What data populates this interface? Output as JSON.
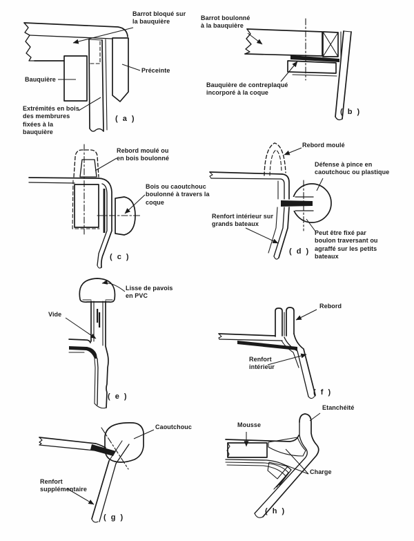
{
  "colors": {
    "ink": "#1a1a1a",
    "paper": "#fefefe"
  },
  "panels": {
    "a": {
      "caption": "( a )",
      "labels": {
        "barrot": "Barrot bloqué sur\nla bauquière",
        "preceinte": "Préceinte",
        "bauquiere": "Bauquière",
        "extremites": "Extrémités en bois\ndes membrures\nfixées à la\nbauquière"
      }
    },
    "b": {
      "caption": "( b )",
      "labels": {
        "barrot": "Barrot boulonné\nà la bauquière",
        "bauquiere": "Bauquière de contreplaqué\nincorporé à la coque"
      }
    },
    "c": {
      "caption": "( c )",
      "labels": {
        "rebord": "Rebord moulé ou\nen bois boulonné",
        "bois": "Bois ou caoutchouc\nboulonné à travers la\ncoque"
      }
    },
    "d": {
      "caption": "( d )",
      "labels": {
        "rebord": "Rebord moulé",
        "defense": "Défense à pince en\ncaoutchouc ou plastique",
        "renfort": "Renfort intérieur sur\ngrands bateaux",
        "fixation": "Peut être fixé par\nboulon traversant ou\nagraffé sur les petits\nbateaux"
      }
    },
    "e": {
      "caption": "( e )",
      "labels": {
        "lisse": "Lisse de pavois\nen PVC",
        "vide": "Vide"
      }
    },
    "f": {
      "caption": "( f )",
      "labels": {
        "rebord": "Rebord",
        "renfort": "Renfort\nintérieur"
      }
    },
    "g": {
      "caption": "( g )",
      "labels": {
        "caoutchouc": "Caoutchouc",
        "renfort": "Renfort\nsupplémentaire"
      }
    },
    "h": {
      "caption": "( h )",
      "labels": {
        "etancheite": "Etanchéité",
        "mousse": "Mousse",
        "charge": "Charge"
      }
    }
  }
}
